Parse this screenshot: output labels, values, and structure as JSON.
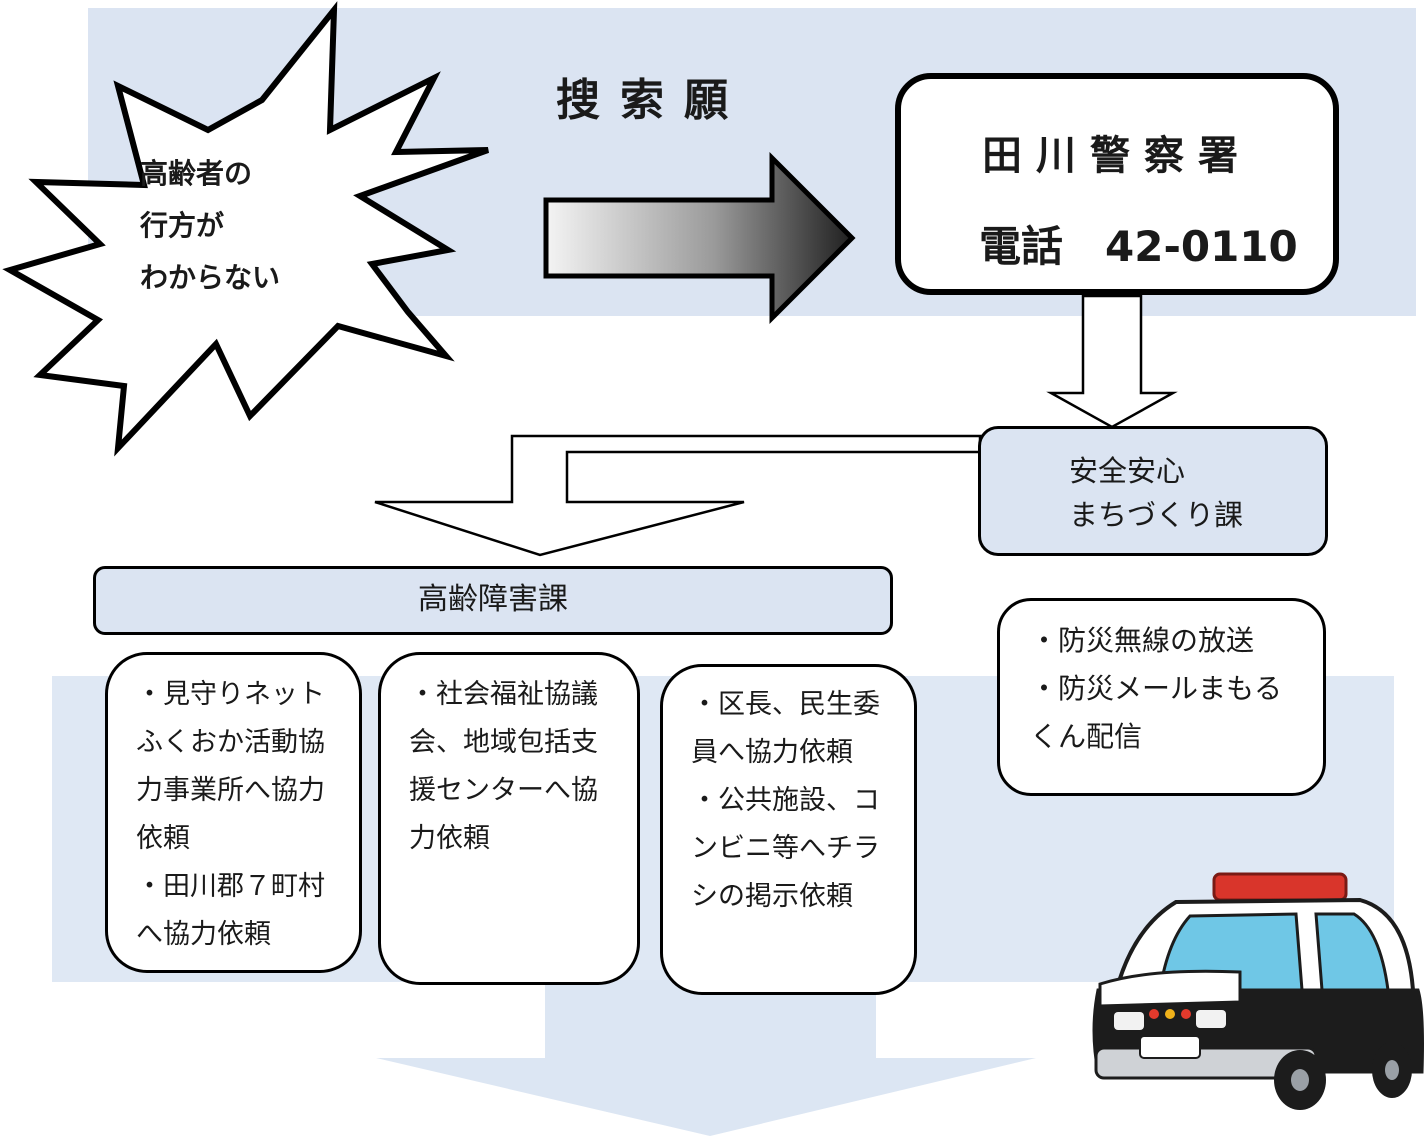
{
  "title": "搜索願",
  "incident": {
    "lines": [
      "高齢者の",
      "行方が",
      "わからない"
    ]
  },
  "police": {
    "name": "田川警察署",
    "phone": "電話　42-0110"
  },
  "safety_section": {
    "lines": [
      "安全安心",
      "まちづくり課"
    ]
  },
  "elderly_section": {
    "label": "高齢障害課"
  },
  "actions": [
    {
      "lines": [
        "・見守りネットふくおか活動協力事業所へ協力依頼",
        "・田川郡７町村へ協力依頼"
      ]
    },
    {
      "lines": [
        "・社会福祉協議会、地域包括支援センターへ協力依頼"
      ]
    },
    {
      "lines": [
        "・区長、民生委員へ協力依頼",
        "・公共施設、コンビニ等へチラシの掲示依頼"
      ]
    }
  ],
  "broadcast": {
    "lines": [
      "・防災無線の放送",
      "・防災メールまもるくん配信"
    ]
  },
  "colors": {
    "band": "#dbe4f2",
    "band_light": "#dfe8f4",
    "arrow_light": "#dce6f3",
    "police_car_body": "#ffffff",
    "police_car_dark": "#1c1c1c",
    "siren": "#d9352b"
  },
  "icons": {
    "burst": "explosion-burst-icon",
    "car": "police-car-icon"
  }
}
